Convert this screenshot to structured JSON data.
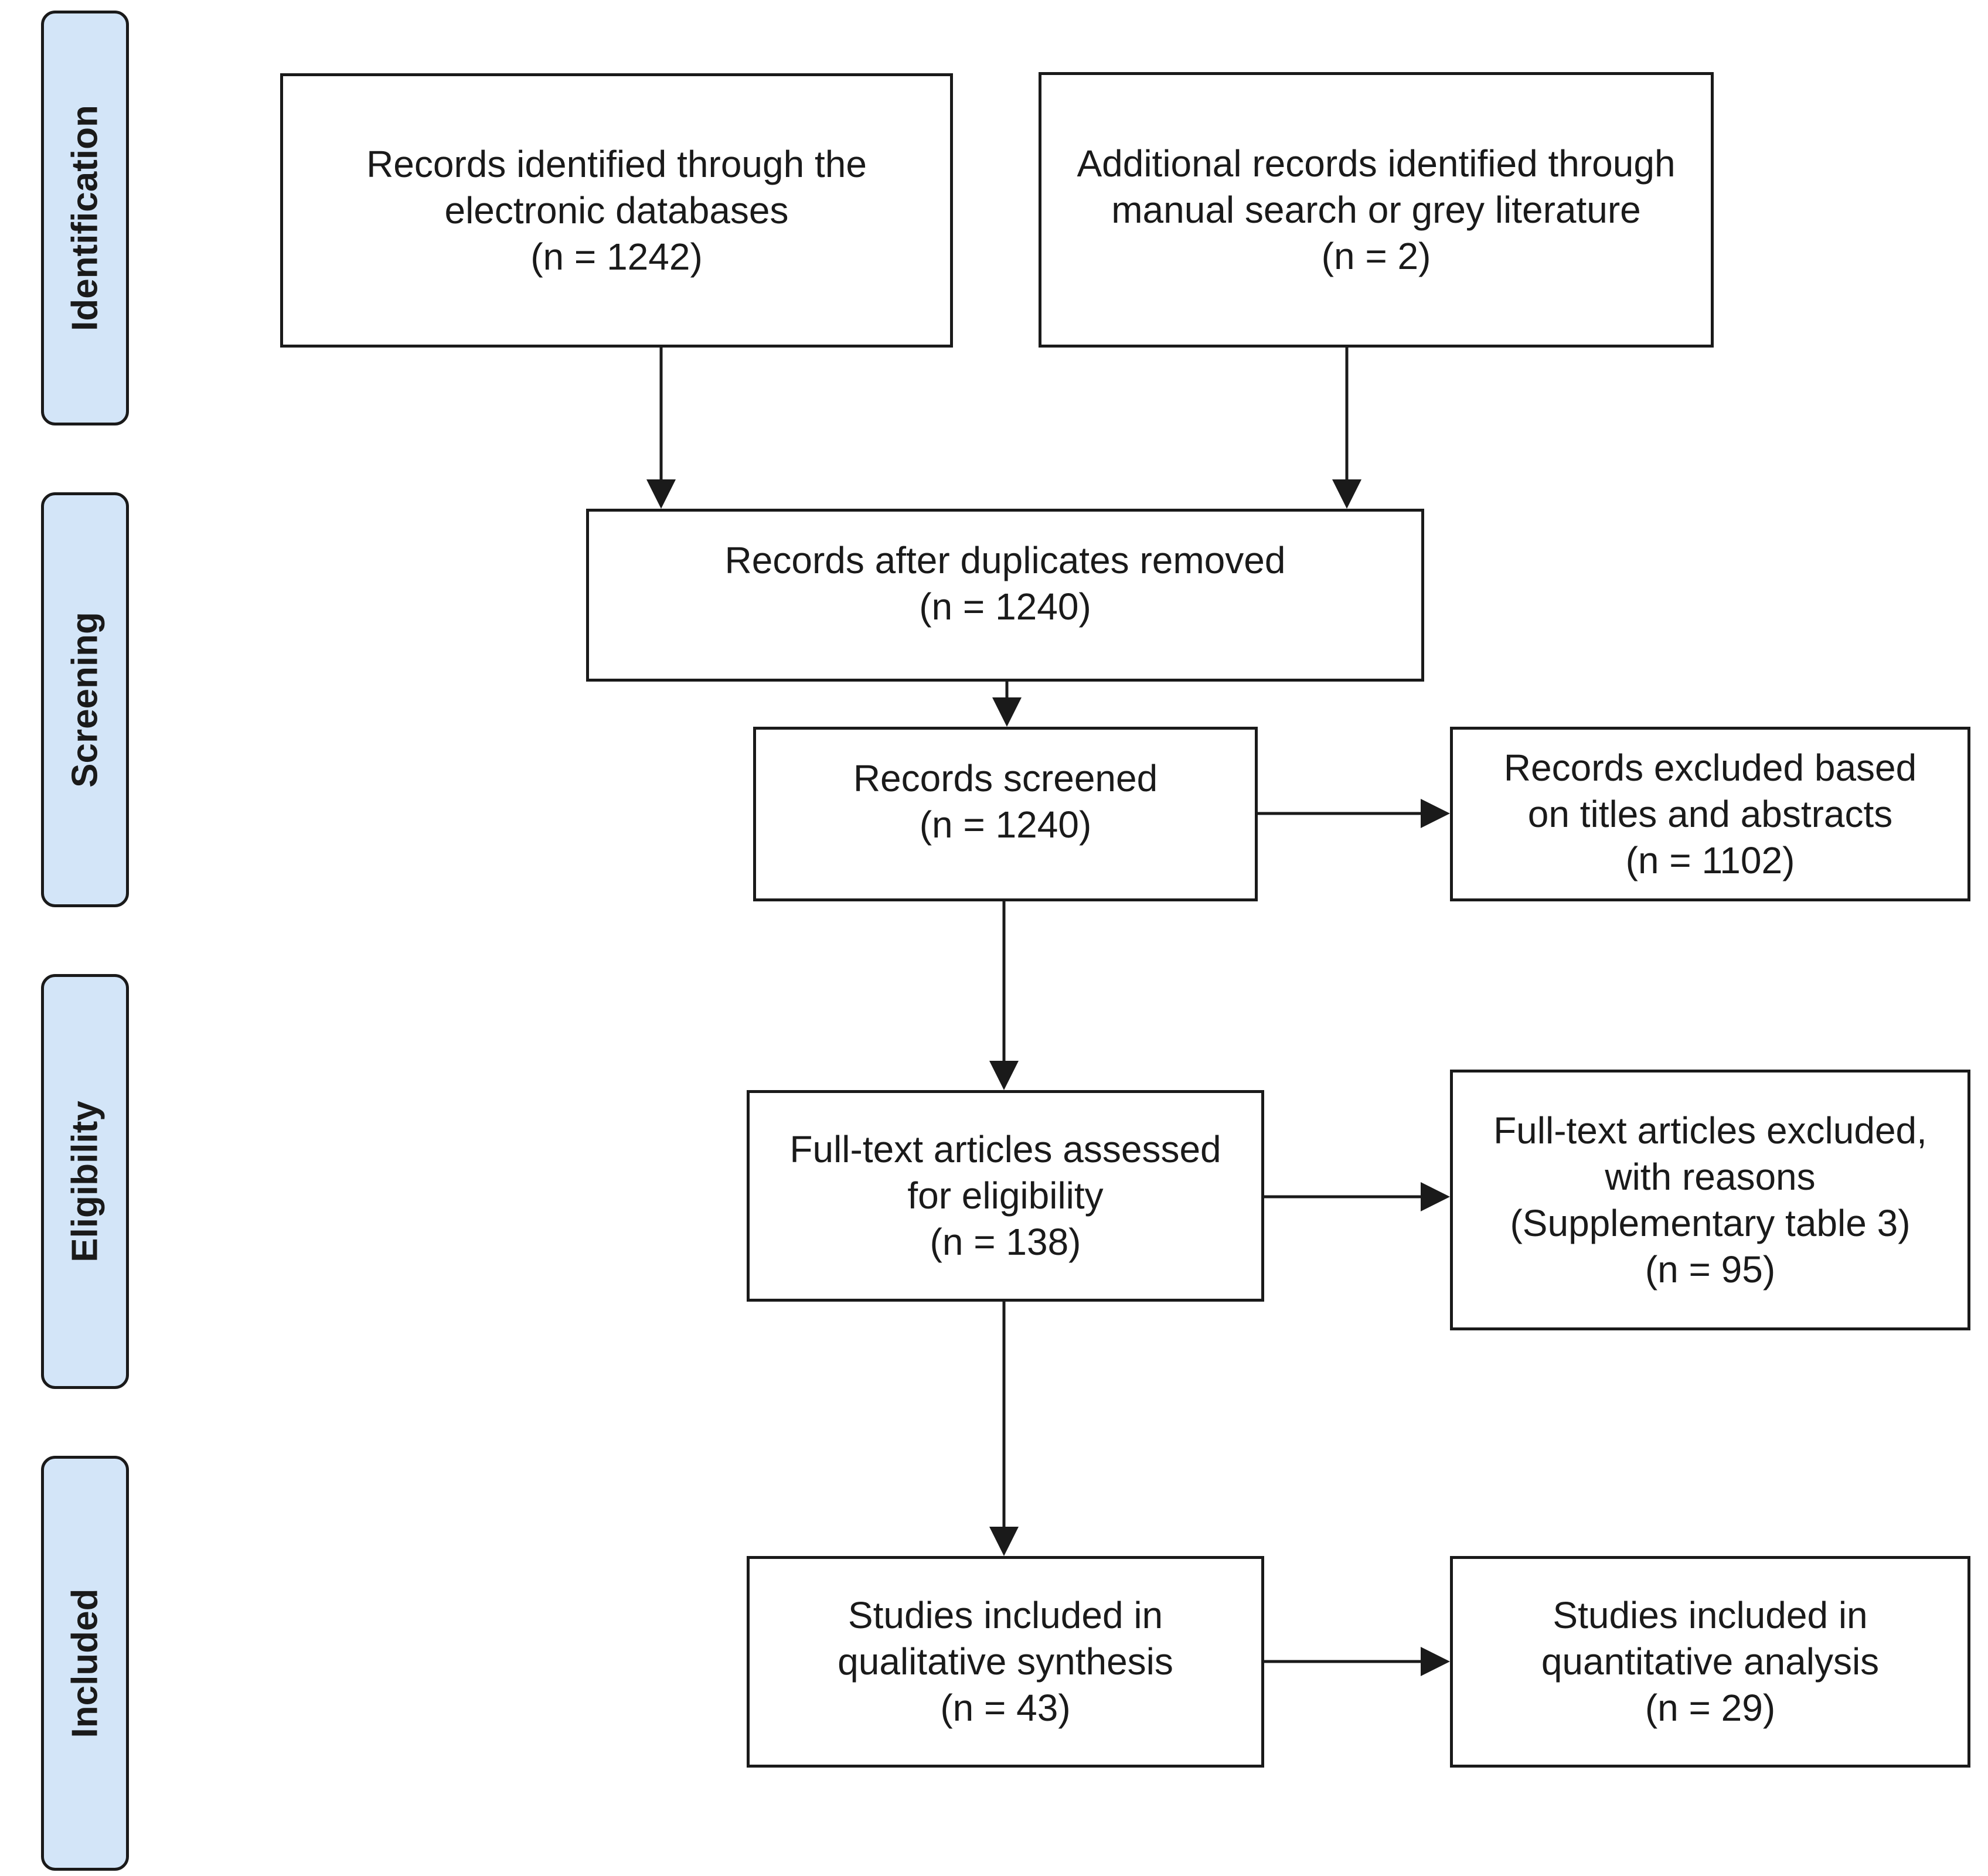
{
  "phases": {
    "identification": "Identification",
    "screening": "Screening",
    "eligibility": "Eligibility",
    "included": "Included"
  },
  "boxes": {
    "databases": {
      "line1": "Records identified through the",
      "line2": "electronic databases",
      "line3": "(n = 1242)"
    },
    "additional": {
      "line1": "Additional records identified through",
      "line2": "manual search or grey literature",
      "line3": "(n = 2)"
    },
    "after_duplicates": {
      "line1": "Records after duplicates removed",
      "line2": "(n = 1240)"
    },
    "screened": {
      "line1": "Records screened",
      "line2": "(n = 1240)"
    },
    "excluded_titles": {
      "line1": "Records excluded based",
      "line2": "on titles and abstracts",
      "line3": "(n = 1102)"
    },
    "fulltext_assessed": {
      "line1": "Full-text articles assessed",
      "line2": "for eligibility",
      "line3": "(n = 138)"
    },
    "fulltext_excluded": {
      "line1": "Full-text articles excluded,",
      "line2": "with reasons",
      "line3": "(Supplementary table 3)",
      "line4": "(n = 95)"
    },
    "qualitative": {
      "line1": "Studies included in",
      "line2": "qualitative synthesis",
      "line3": "(n = 43)"
    },
    "quantitative": {
      "line1": "Studies included in",
      "line2": "quantitative analysis",
      "line3": "(n = 29)"
    }
  },
  "colors": {
    "phase_fill": "#d3e5f8",
    "stroke": "#1a1a1a",
    "box_fill": "#ffffff"
  }
}
